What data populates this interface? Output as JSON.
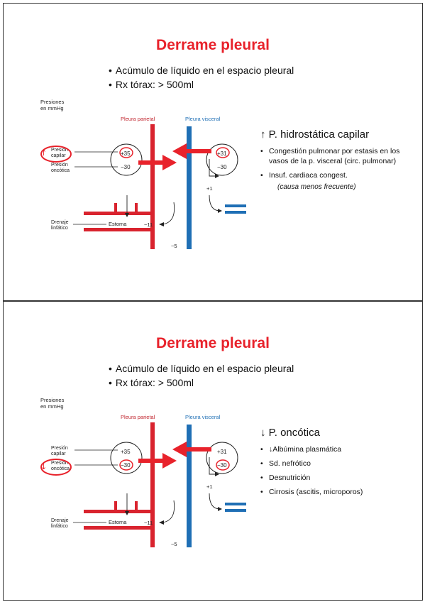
{
  "slides": [
    {
      "title": "Derrame pleural",
      "bullets": [
        "Acúmulo de líquido en el espacio pleural",
        "Rx tórax: > 500ml"
      ],
      "diagram": {
        "pressures_label": [
          "Presiones",
          "en mmHg"
        ],
        "parietal_label": "Pleura parietal",
        "visceral_label": "Pleura visceral",
        "cap_pressure_label": [
          "Presión",
          "capilar"
        ],
        "onc_pressure_label": [
          "Presión",
          "oncótica"
        ],
        "left_cap_value": "+35",
        "left_onc_value": "−30",
        "right_cap_value": "+31",
        "right_onc_value": "−30",
        "plus_one": "+1",
        "minus_eleven": "−11",
        "minus_five": "−5",
        "stoma_label": "Estoma",
        "drainage_label": [
          "Drenaje",
          "linfático"
        ],
        "highlight_arrow": "↑",
        "highlight": "cap"
      },
      "side": {
        "heading": "↑ P. hidrostática capilar",
        "items": [
          "Congestión pulmonar por estasis en los vasos de la p. visceral (circ. pulmonar)",
          "Insuf. cardiaca congest."
        ],
        "note": "(causa menos frecuente)"
      }
    },
    {
      "title": "Derrame pleural",
      "bullets": [
        "Acúmulo de líquido en el espacio pleural",
        "Rx tórax: > 500ml"
      ],
      "diagram": {
        "pressures_label": [
          "Presiones",
          "en mmHg"
        ],
        "parietal_label": "Pleura parietal",
        "visceral_label": "Pleura visceral",
        "cap_pressure_label": [
          "Presión",
          "capilar"
        ],
        "onc_pressure_label": [
          "Presión",
          "oncótica"
        ],
        "left_cap_value": "+35",
        "left_onc_value": "−30",
        "right_cap_value": "+31",
        "right_onc_value": "−30",
        "plus_one": "+1",
        "minus_eleven": "−11",
        "minus_five": "−5",
        "stoma_label": "Estoma",
        "drainage_label": [
          "Drenaje",
          "linfático"
        ],
        "highlight_arrow": "↓",
        "highlight": "onc"
      },
      "side": {
        "heading": "↓ P. oncótica",
        "items": [
          "↓Albúmina plasmática",
          "Sd. nefrótico",
          "Desnutrición",
          "Cirrosis (ascitis, microporos)"
        ],
        "note": ""
      }
    }
  ],
  "colors": {
    "red": "#d9232e",
    "blue": "#1f6fb5",
    "title_red": "#e8222b"
  }
}
